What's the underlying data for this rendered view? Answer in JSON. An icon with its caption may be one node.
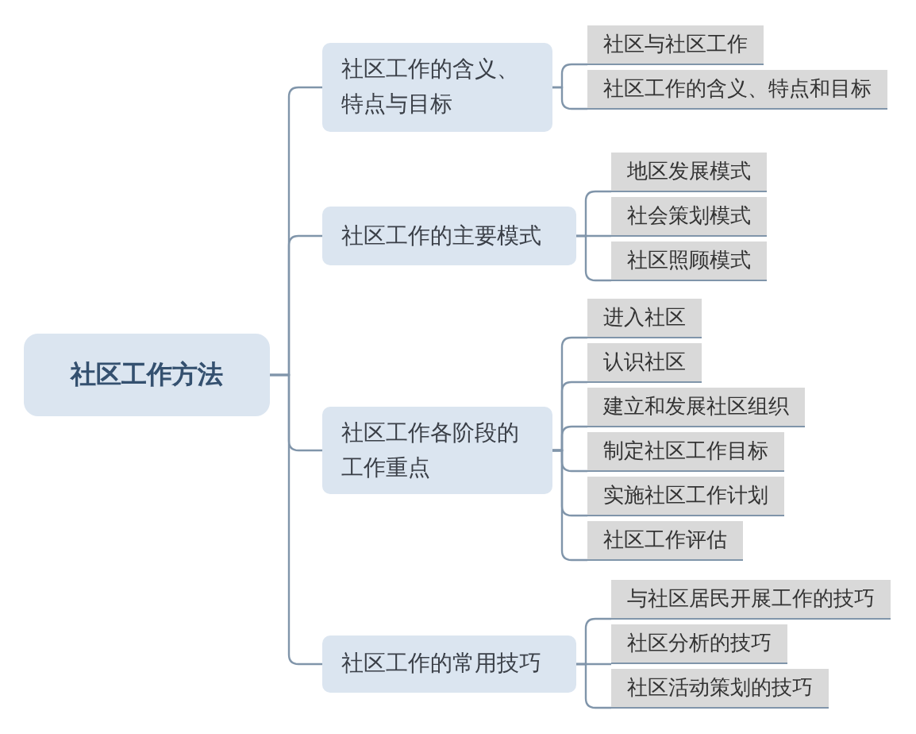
{
  "diagram": {
    "nodes": [
      {
        "text": [
          "社区工作方法"
        ]
      },
      {
        "text": [
          "社区工作的含义、特点与目标"
        ]
      },
      {
        "text": [
          "社区与社区工作"
        ]
      },
      {
        "text": [
          "社区工作的含义、特点和目标"
        ]
      },
      {
        "text": [
          "社区工作的主要模式"
        ]
      },
      {
        "text": [
          "地区发展模式"
        ]
      },
      {
        "text": [
          "社会策划模式"
        ]
      },
      {
        "text": [
          "社区照顾模式"
        ]
      },
      {
        "text": [
          "社区工作各阶段的工作重点"
        ]
      },
      {
        "text": [
          "进入社区"
        ]
      },
      {
        "text": [
          "认识社区"
        ]
      },
      {
        "text": [
          "建立和发展社区组织"
        ]
      },
      {
        "text": [
          "制定社区工作目标"
        ]
      },
      {
        "text": [
          "实施社区工作计划"
        ]
      },
      {
        "text": [
          "社区工作评估"
        ]
      },
      {
        "text": [
          "社区工作的常用技巧"
        ]
      },
      {
        "text": [
          "与社区居民开展工作的技巧"
        ]
      },
      {
        "text": [
          "社区分析的技巧"
        ]
      },
      {
        "text": [
          "社区活动策划的技巧"
        ]
      }
    ],
    "edges": [
      {
        "from": 0,
        "to": 1,
        "arrow": "none"
      },
      {
        "from": 0,
        "to": 4,
        "arrow": "none"
      },
      {
        "from": 0,
        "to": 8,
        "arrow": "none"
      },
      {
        "from": 0,
        "to": 15,
        "arrow": "none"
      },
      {
        "from": 1,
        "to": 2,
        "arrow": "none"
      },
      {
        "from": 1,
        "to": 3,
        "arrow": "none"
      },
      {
        "from": 4,
        "to": 5,
        "arrow": "none"
      },
      {
        "from": 4,
        "to": 6,
        "arrow": "none"
      },
      {
        "from": 4,
        "to": 7,
        "arrow": "none"
      },
      {
        "from": 8,
        "to": 9,
        "arrow": "none"
      },
      {
        "from": 8,
        "to": 10,
        "arrow": "none"
      },
      {
        "from": 8,
        "to": 11,
        "arrow": "none"
      },
      {
        "from": 8,
        "to": 12,
        "arrow": "none"
      },
      {
        "from": 8,
        "to": 13,
        "arrow": "none"
      },
      {
        "from": 8,
        "to": 14,
        "arrow": "none"
      },
      {
        "from": 15,
        "to": 16,
        "arrow": "none"
      },
      {
        "from": 15,
        "to": 17,
        "arrow": "none"
      },
      {
        "from": 15,
        "to": 18,
        "arrow": "none"
      }
    ]
  }
}
